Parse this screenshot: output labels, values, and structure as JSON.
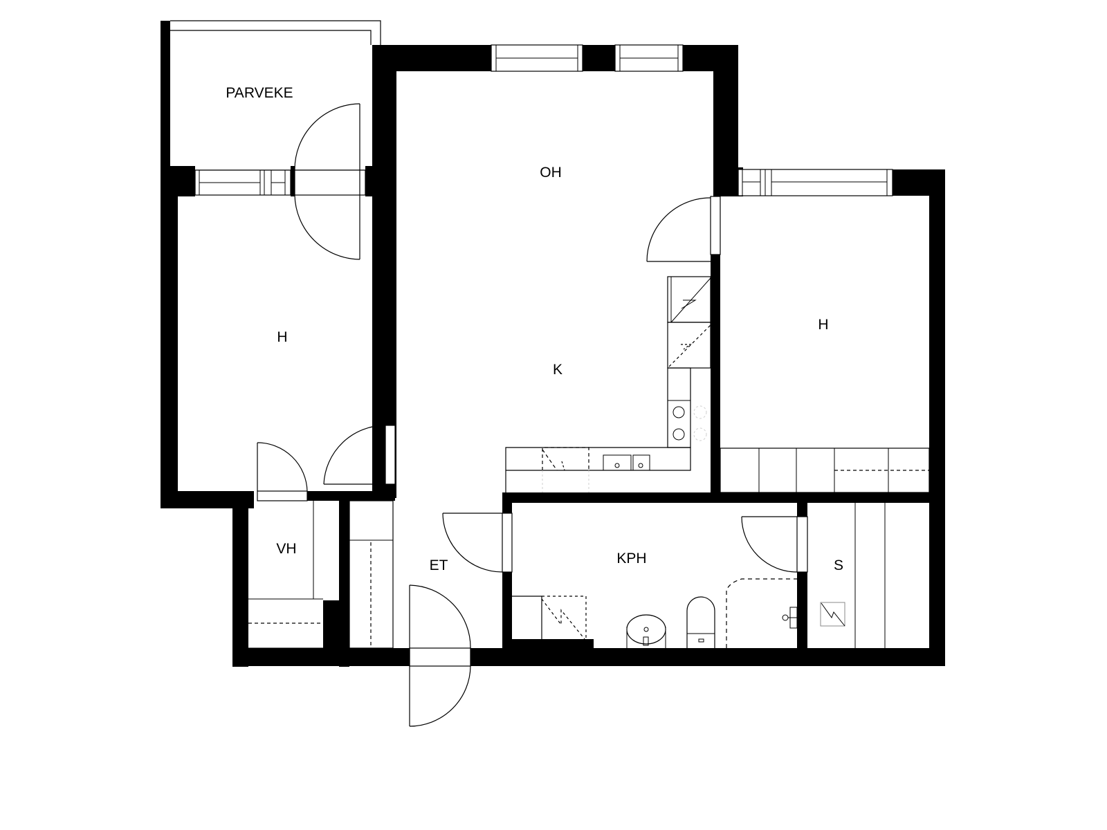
{
  "plan": {
    "rooms": {
      "parveke": "PARVEKE",
      "oh": "OH",
      "k": "K",
      "h_left": "H",
      "h_right": "H",
      "vh": "VH",
      "et": "ET",
      "kph": "KPH",
      "s": "S"
    },
    "colors": {
      "wall": "#000000",
      "background": "#ffffff",
      "line": "#000000"
    }
  }
}
